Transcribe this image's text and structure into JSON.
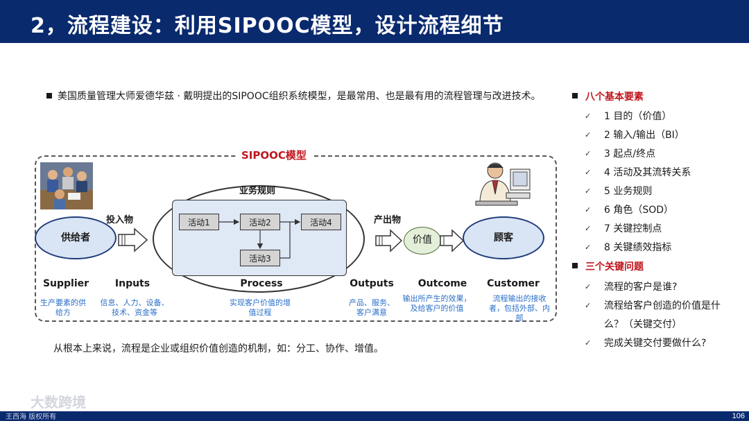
{
  "header": {
    "title": "2，流程建设：利用SIPOOC模型，设计流程细节"
  },
  "intro": {
    "text": "美国质量管理大师爱德华兹 · 戴明提出的SIPOOC组织系统模型，是最常用、也是最有用的流程管理与改进技术。"
  },
  "diagram": {
    "title": "SIPOOC模型",
    "supplier": "供给者",
    "inputs_label": "投入物",
    "rules_label": "业务规则",
    "activities": [
      "活动1",
      "活动2",
      "活动4",
      "活动3"
    ],
    "outputs_label": "产出物",
    "value": "价值",
    "customer": "顾客",
    "columns": [
      {
        "title": "Supplier",
        "desc": "生产要素的供给方"
      },
      {
        "title": "Inputs",
        "desc": "信息、人力、设备、技术、资金等"
      },
      {
        "title": "Process",
        "desc": "实现客户价值的增值过程"
      },
      {
        "title": "Outputs",
        "desc": "产品、服务、客户满意"
      },
      {
        "title": "Outcome",
        "desc": "输出所产生的效果，及给客户的价值"
      },
      {
        "title": "Customer",
        "desc": "流程输出的接收者，包括外部、内部"
      }
    ]
  },
  "conclusion": "从根本上来说，流程是企业或组织价值创造的机制，如：分工、协作、增值。",
  "right": {
    "heading1": "八个基本要素",
    "elements": [
      "1 目的（价值）",
      "2 输入/输出（BI）",
      "3 起点/终点",
      "4 活动及其流转关系",
      "5 业务规则",
      "6 角色（SOD）",
      "7 关键控制点",
      "8 关键绩效指标"
    ],
    "heading2": "三个关键问题",
    "questions": [
      "流程的客户是谁?",
      "流程给客户创造的价值是什",
      "么？（关键交付）",
      "完成关键交付要做什么?"
    ]
  },
  "footer": {
    "author": "王西海 版权所有",
    "watermark": "大数跨境",
    "page": "106"
  },
  "colors": {
    "header": "#0a2a6e",
    "accent_red": "#c0161e",
    "desc_blue": "#2a6fc9"
  }
}
